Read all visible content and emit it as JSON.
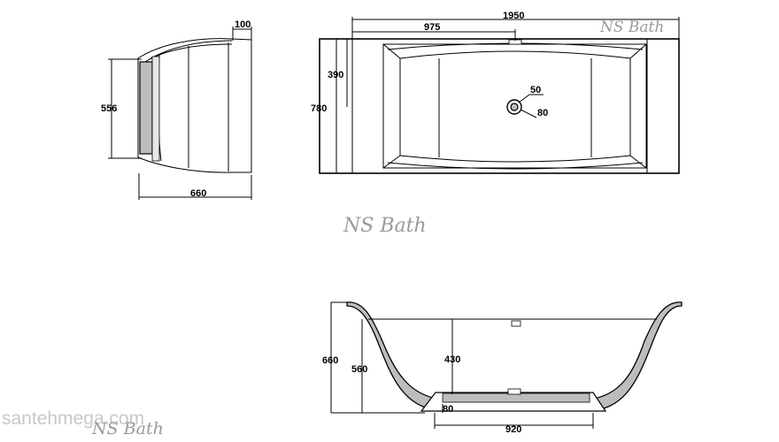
{
  "brand": {
    "name": "NS Bath"
  },
  "watermark": {
    "site": "santehmega.com"
  },
  "side_view": {
    "top_depth_label": "100",
    "height_label": "556",
    "width_label": "660"
  },
  "top_view": {
    "length_label": "1950",
    "half_length_label": "975",
    "drain_offset_label": "390",
    "width_label": "780",
    "drain_diameter_label": "50",
    "drain_outer_label": "80"
  },
  "front_view": {
    "height_label": "660",
    "inner_height_label": "560",
    "depth_label": "430",
    "base_width_label": "920",
    "base_height_label": "80"
  }
}
